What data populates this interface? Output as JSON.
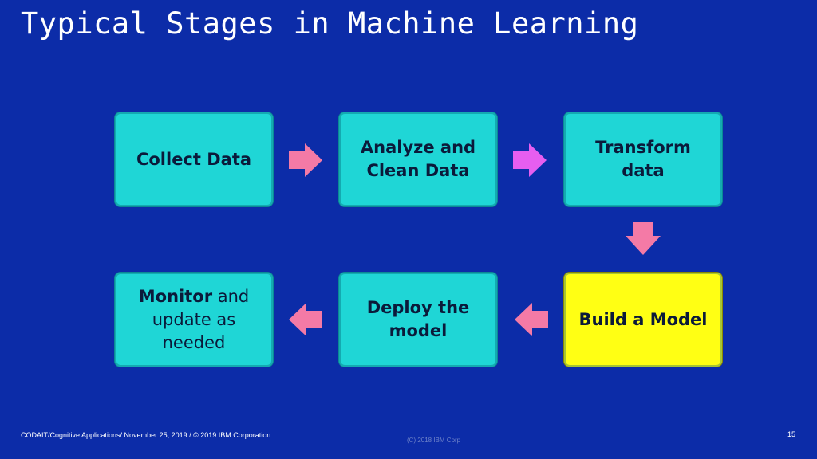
{
  "slide": {
    "title": "Typical Stages in Machine Learning",
    "footer_left": "CODAIT/Cognitive Applications/ November 25, 2019 / © 2019 IBM Corporation",
    "footer_center": "(C) 2018 IBM Corp",
    "page_number": "15"
  },
  "stages": [
    {
      "label": "Collect Data"
    },
    {
      "label": "Analyze and Clean Data"
    },
    {
      "label": "Transform data"
    },
    {
      "label": "Build a Model",
      "highlight_color": "#ffff14"
    },
    {
      "label": "Deploy the model"
    },
    {
      "label_bold": "Monitor",
      "label_rest": " and update as needed"
    }
  ],
  "colors": {
    "background": "#0c2ca8",
    "stage_box": "#1fd6d6",
    "arrow_pink": "#f47aa6",
    "arrow_magenta": "#e65ef0"
  }
}
